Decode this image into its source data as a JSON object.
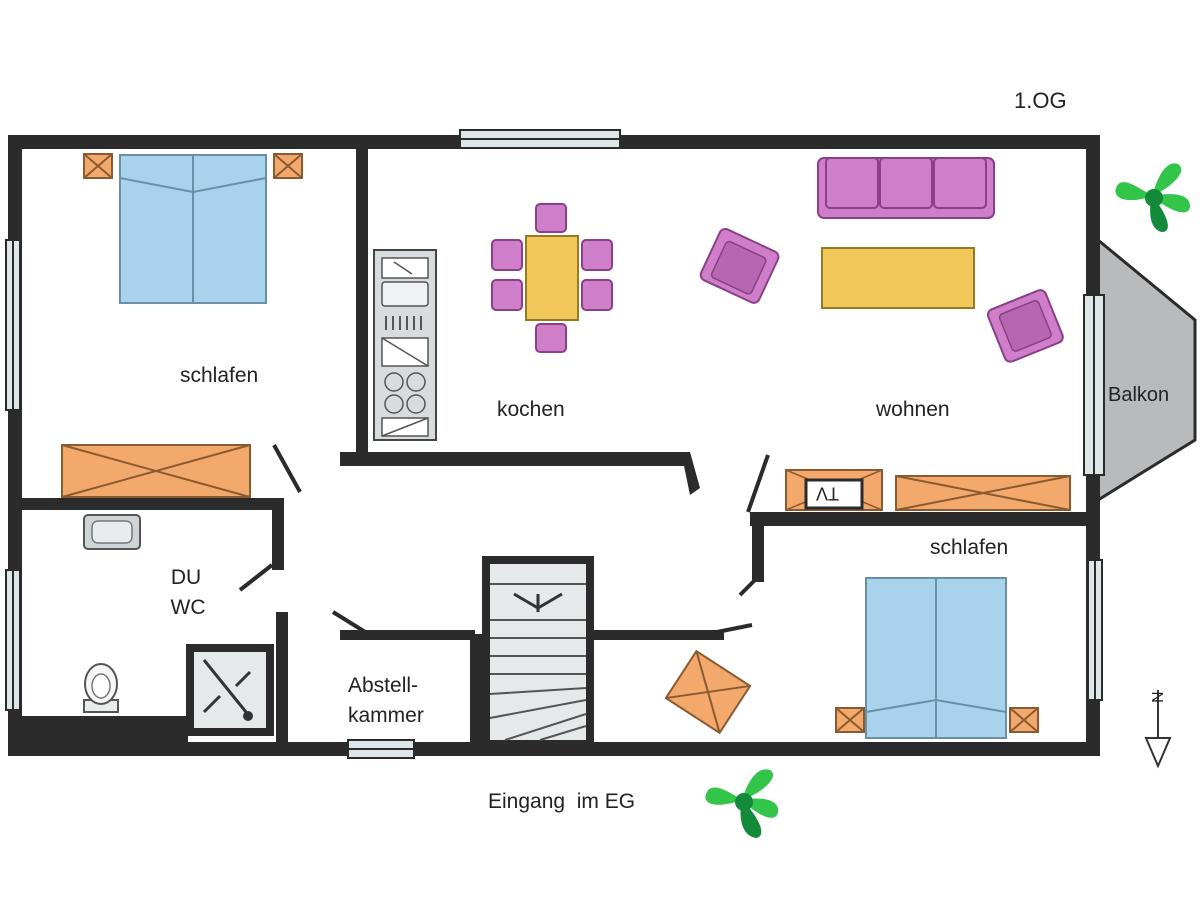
{
  "floor_label": "1.OG",
  "rooms": {
    "bedroom_top_left": "schlafen",
    "kitchen": "kochen",
    "living": "wohnen",
    "balcony": "Balkon",
    "bedroom_bottom_right": "schlafen",
    "bathroom_line1": "DU",
    "bathroom_line2": "WC",
    "storage_line1": "Abstell-",
    "storage_line2": "kammer"
  },
  "tv_label": "TV",
  "north_label": "N",
  "entrance_label": "Eingang  im EG",
  "colors": {
    "wall": "#2b2b2b",
    "bed": "#a9d3ec",
    "furniture": "#f3a96b",
    "chairs_sofa": "#cf7ec9",
    "table": "#f3c85a",
    "balcony": "#b8babc",
    "window": "#dfe6ea",
    "plant_light": "#33c44a",
    "plant_dark": "#138a3a"
  }
}
